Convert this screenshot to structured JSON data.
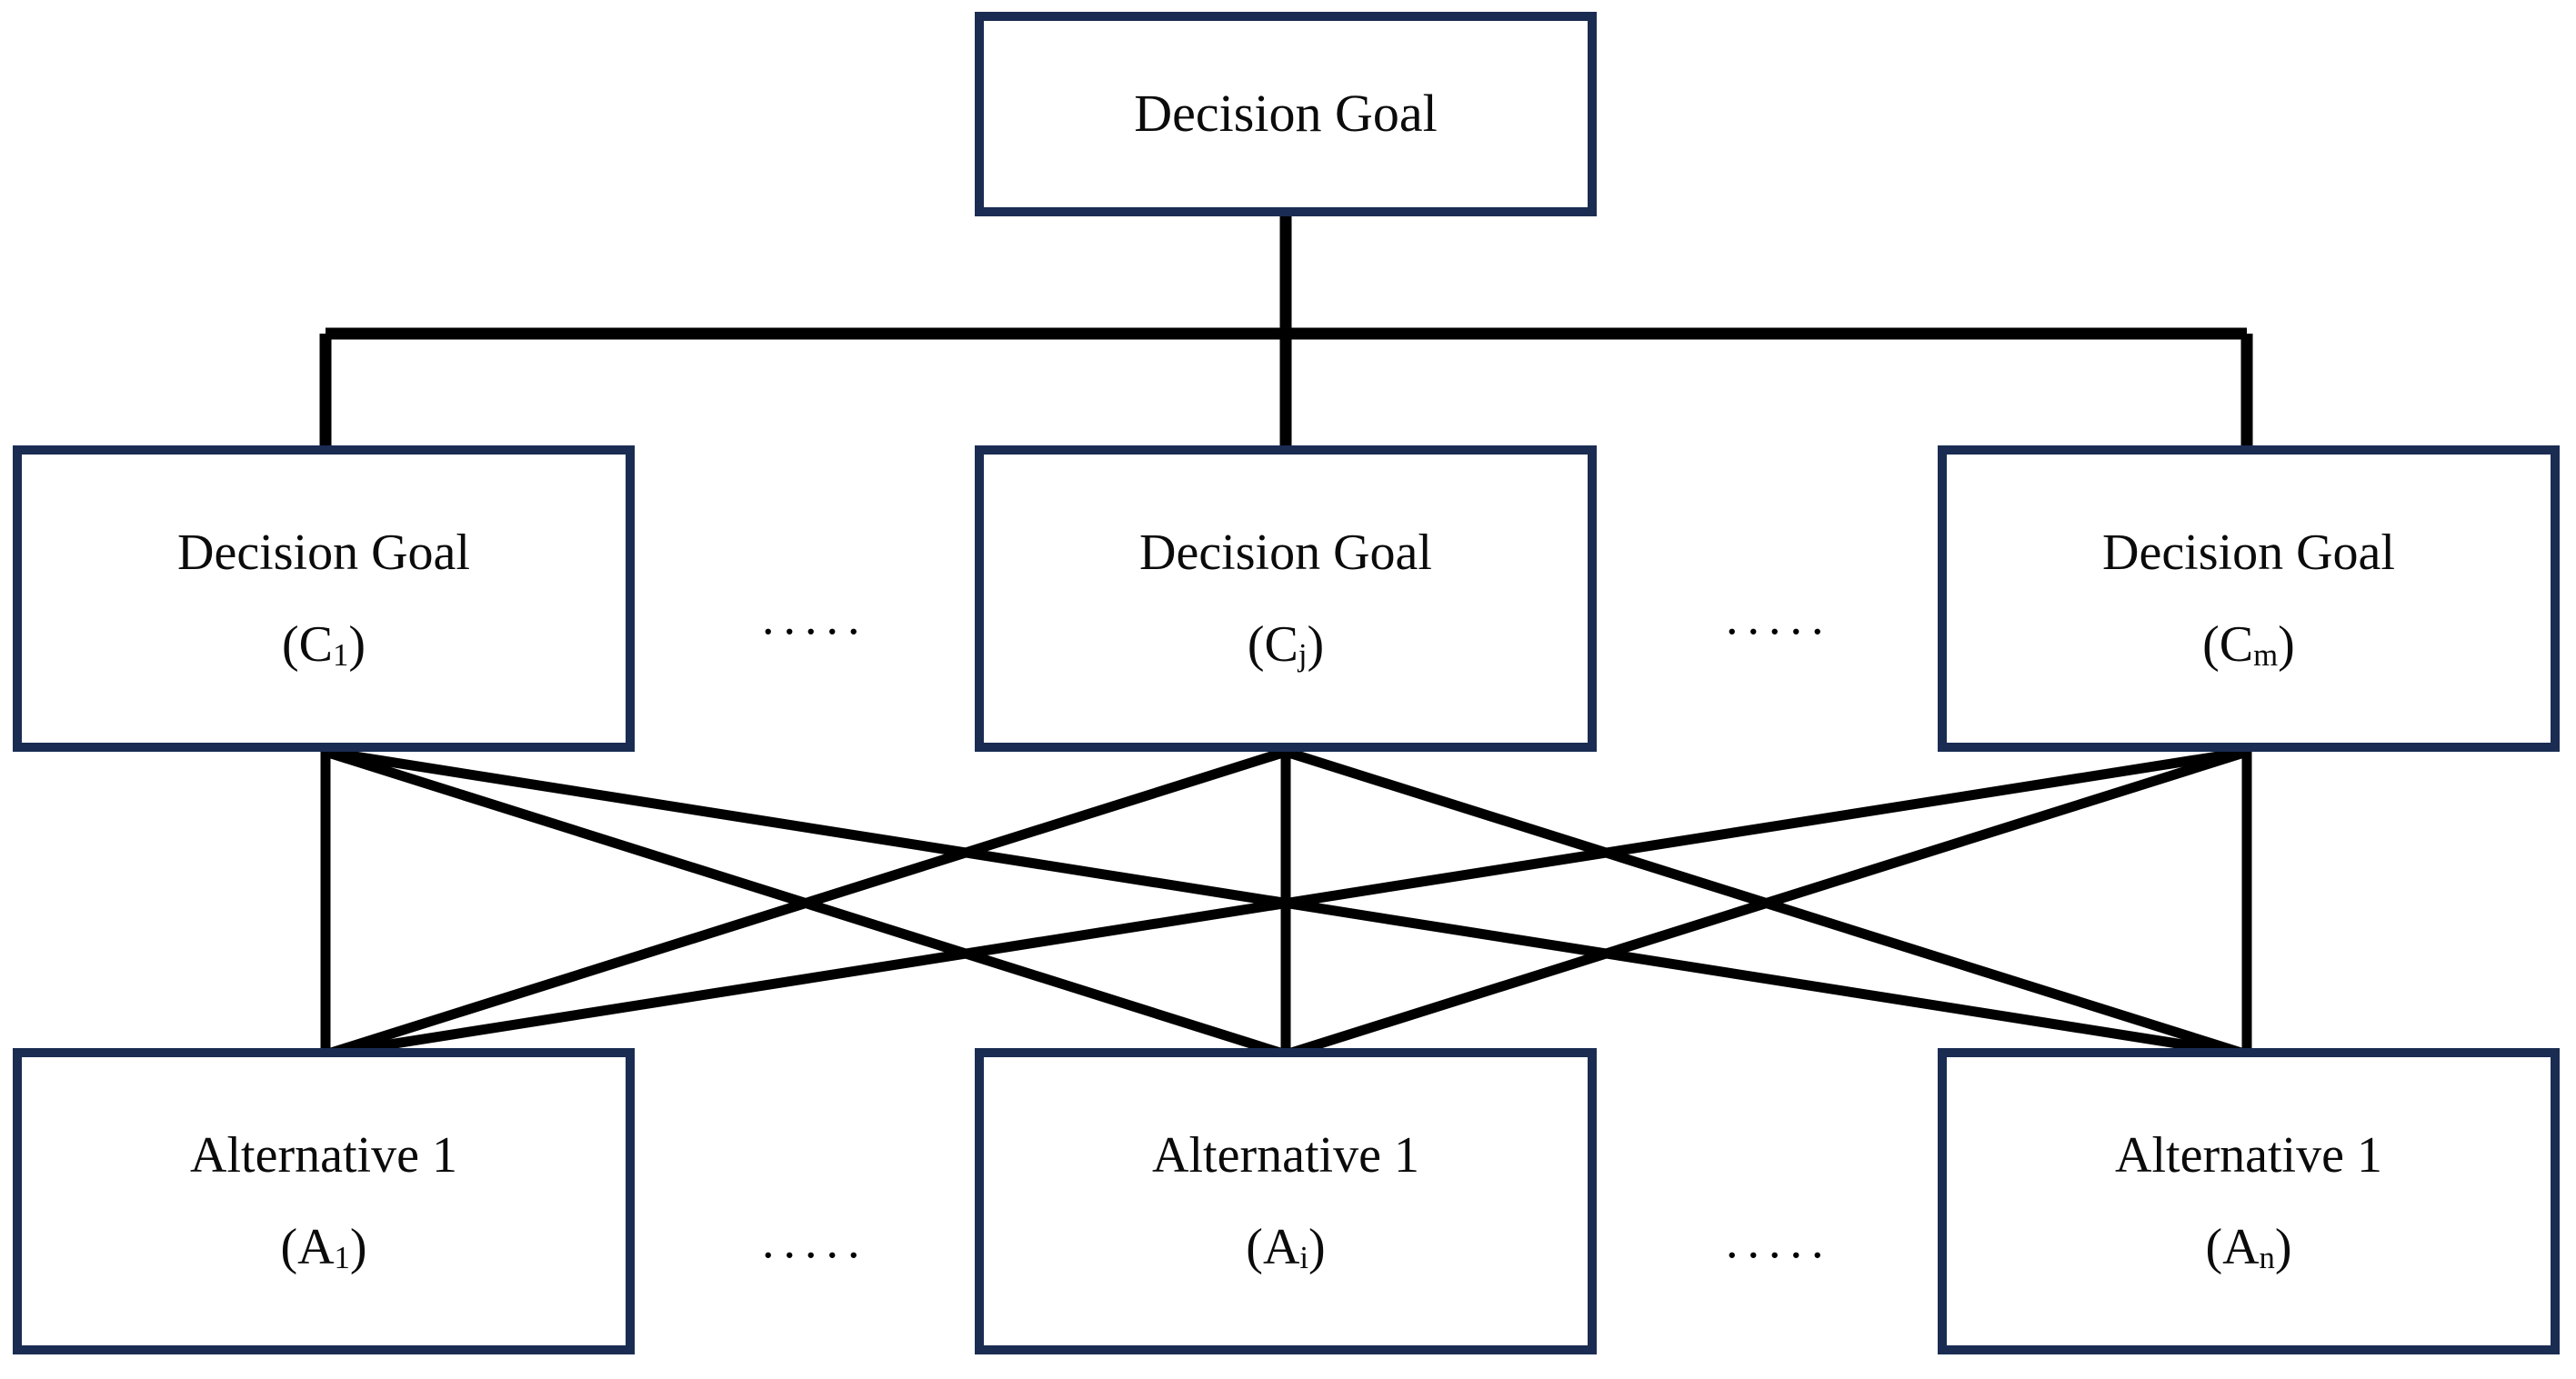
{
  "diagram": {
    "title_text": "Decision Goal",
    "goal": {
      "label": "Decision Goal"
    },
    "criteria": [
      {
        "label": "Decision Goal",
        "code_open": "(C",
        "code_sub": "1",
        "code_close": ")"
      },
      {
        "label": "Decision Goal",
        "code_open": "(C",
        "code_sub": "j",
        "code_close": ")"
      },
      {
        "label": "Decision Goal",
        "code_open": "(C",
        "code_sub": "m",
        "code_close": ")"
      }
    ],
    "alternatives": [
      {
        "label": "Alternative 1",
        "code_open": "(A",
        "code_sub": "1",
        "code_close": ")"
      },
      {
        "label": "Alternative 1",
        "code_open": "(A",
        "code_sub": "i",
        "code_close": ")"
      },
      {
        "label": "Alternative 1",
        "code_open": "(A",
        "code_sub": "n",
        "code_close": ")"
      }
    ],
    "ellipses": {
      "criteria_left": ".....",
      "criteria_right": ".....",
      "alternatives_left": ".....",
      "alternatives_right": "....."
    },
    "colors": {
      "box_border": "#1a2c52",
      "box_fill": "#ffffff",
      "connector": "#000000",
      "text": "#0b0b0b",
      "background": "#ffffff"
    }
  },
  "chart_data": {
    "type": "diagram",
    "title": "Decision Goal",
    "layers": [
      {
        "name": "goal",
        "nodes": [
          "Decision Goal"
        ]
      },
      {
        "name": "criteria",
        "nodes": [
          "Decision Goal (C1)",
          "Decision Goal (Cj)",
          "Decision Goal (Cm)"
        ]
      },
      {
        "name": "alternatives",
        "nodes": [
          "Alternative 1 (A1)",
          "Alternative 1 (Ai)",
          "Alternative 1 (An)"
        ]
      }
    ],
    "edges_goal_to_criteria": [
      [
        "goal",
        "C1"
      ],
      [
        "goal",
        "Cj"
      ],
      [
        "goal",
        "Cm"
      ]
    ],
    "edges_criteria_to_alternatives": [
      [
        "C1",
        "A1"
      ],
      [
        "C1",
        "Ai"
      ],
      [
        "C1",
        "An"
      ],
      [
        "Cj",
        "A1"
      ],
      [
        "Cj",
        "Ai"
      ],
      [
        "Cj",
        "An"
      ],
      [
        "Cm",
        "A1"
      ],
      [
        "Cm",
        "Ai"
      ],
      [
        "Cm",
        "An"
      ]
    ]
  }
}
